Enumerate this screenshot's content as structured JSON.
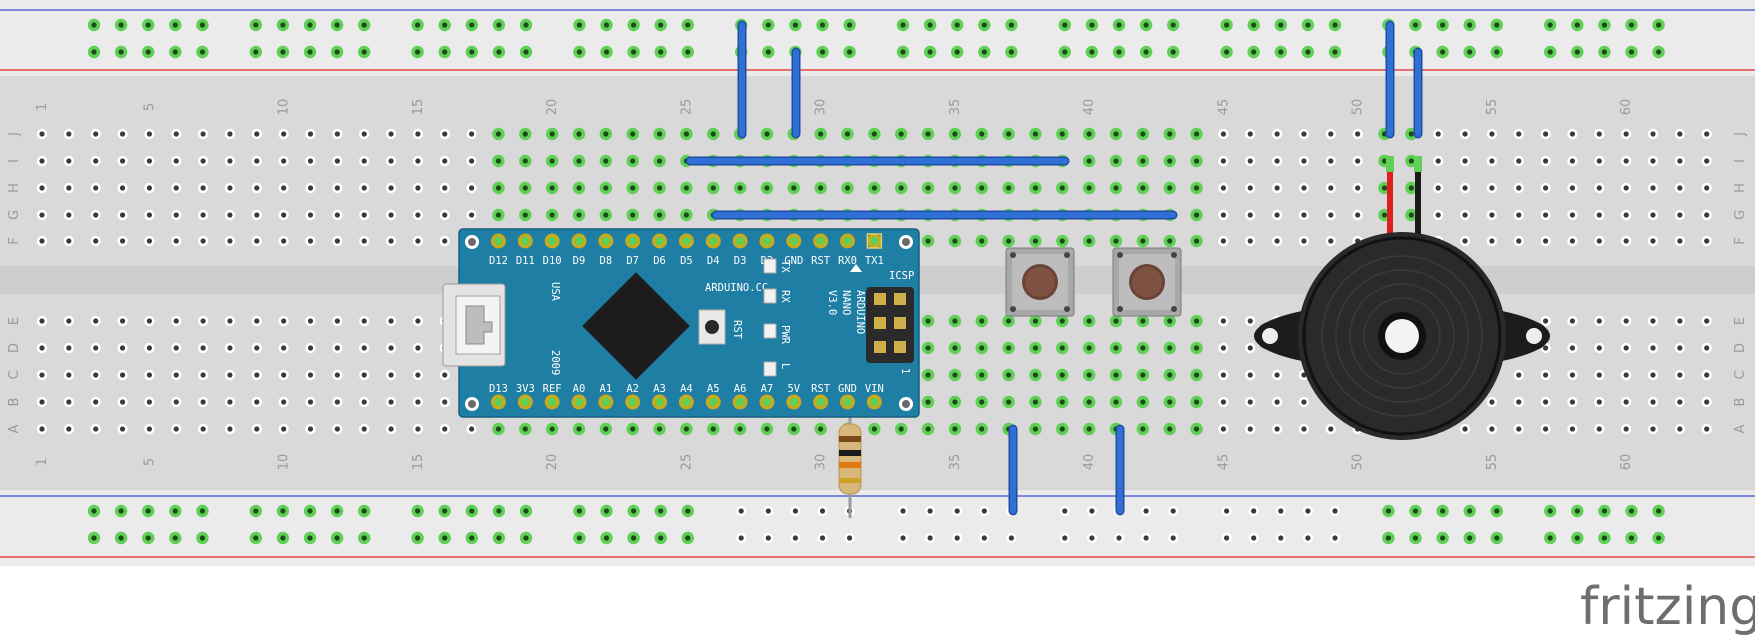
{
  "breadboard": {
    "column_numbers": [
      "1",
      "5",
      "10",
      "15",
      "20",
      "25",
      "30",
      "35",
      "40",
      "45",
      "50",
      "55",
      "60"
    ],
    "row_letters_top": [
      "J",
      "I",
      "H",
      "G",
      "F"
    ],
    "row_letters_bottom": [
      "E",
      "D",
      "C",
      "B",
      "A"
    ]
  },
  "arduino": {
    "top_pins": [
      "D12",
      "D11",
      "D10",
      "D9",
      "D8",
      "D7",
      "D6",
      "D5",
      "D4",
      "D3",
      "D2",
      "GND",
      "RST",
      "RX0",
      "TX1"
    ],
    "bottom_pins": [
      "D13",
      "3V3",
      "REF",
      "A0",
      "A1",
      "A2",
      "A3",
      "A4",
      "A5",
      "A6",
      "A7",
      "5V",
      "RST",
      "GND",
      "VIN"
    ],
    "brand": "ARDUINO.CC",
    "model_lines": [
      "ARDUINO",
      "NANO",
      "V3.0"
    ],
    "icsp": "ICSP",
    "usa": "USA",
    "year": "2009",
    "led_labels": [
      "TX",
      "RX",
      "PWR",
      "L"
    ],
    "reset_label": "RST",
    "pin1_marker": "1"
  },
  "colors": {
    "breadboard_body": "#d9d9d9",
    "rail": "#ececec",
    "wire": "#2f6fd6",
    "board": "#1f7ea3",
    "red_wire": "#e01e1e",
    "black_wire": "#1a1a1a",
    "active_hole": "#5fcf55"
  },
  "watermark": "fritzing"
}
